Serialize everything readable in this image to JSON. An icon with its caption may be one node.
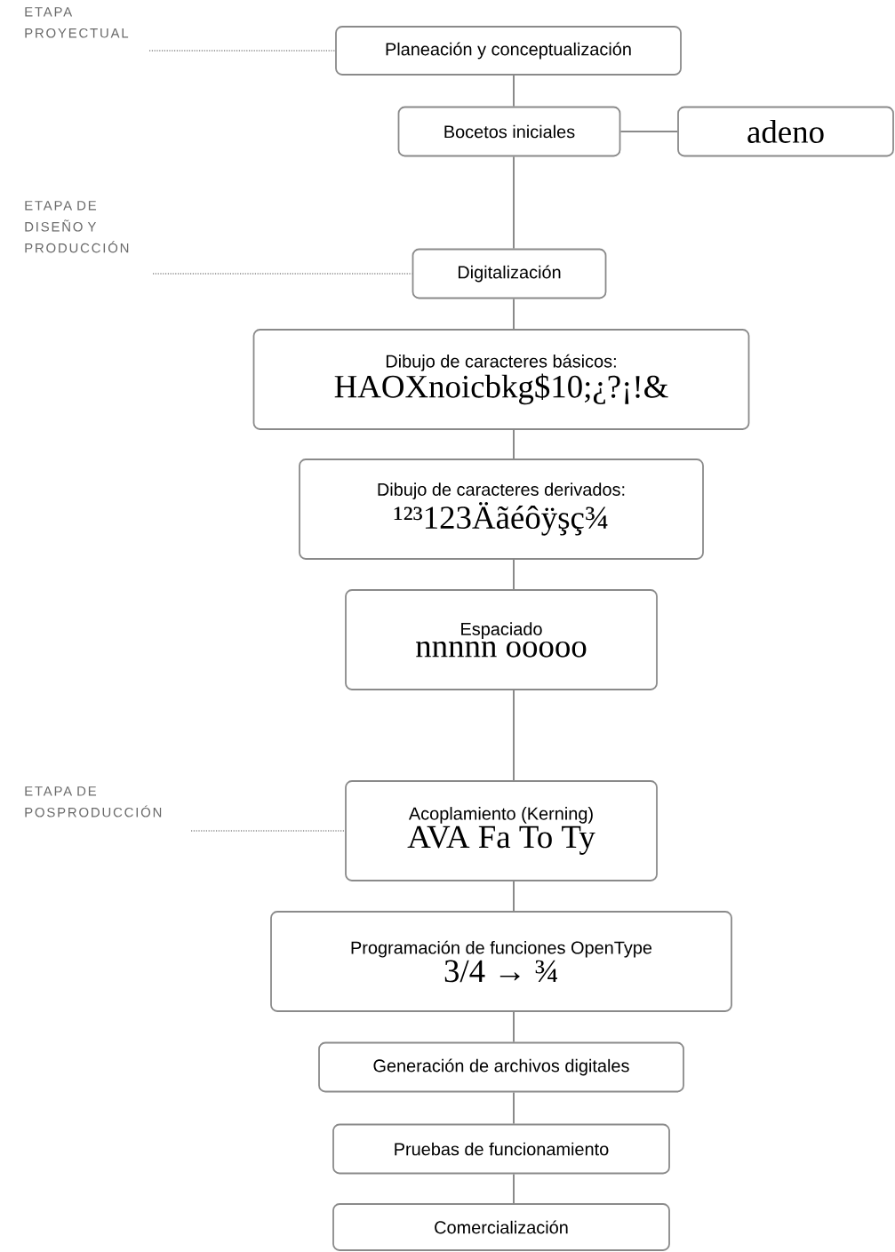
{
  "diagram": {
    "nodes": [
      {
        "text": [
          "ETAPA PROYECTUAL"
        ]
      },
      {
        "text": [
          "Planeación y conceptualización"
        ]
      },
      {
        "text": [
          "Bocetos iniciales"
        ]
      },
      {
        "text": [
          "adeno"
        ]
      },
      {
        "text": [
          "ETAPA DE DISEÑO Y PRODUCCIÓN"
        ]
      },
      {
        "text": [
          "Digitalización"
        ]
      },
      {
        "text": [
          "Dibujo de caracteres básicos:",
          "HAOXnoicbkg$10;¿?¡!&"
        ]
      },
      {
        "text": [
          "Dibujo de caracteres derivados:",
          "¹²³123Äãéôÿşç¾"
        ]
      },
      {
        "text": [
          "Espaciado",
          "nnnnn ooooo"
        ]
      },
      {
        "text": [
          "ETAPA DE POSPRODUCCIÓN"
        ]
      },
      {
        "text": [
          "Acoplamiento (Kerning)",
          "AVA Fa To Ty"
        ]
      },
      {
        "text": [
          "Programación de funciones OpenType",
          "3/4 → ¾"
        ]
      },
      {
        "text": [
          "Generación de archivos digitales"
        ]
      },
      {
        "text": [
          "Pruebas de funcionamiento"
        ]
      },
      {
        "text": [
          "Comercialización"
        ]
      }
    ],
    "edges": [
      {
        "from": 0,
        "to": 1,
        "arrow": "none",
        "style": "dashed"
      },
      {
        "from": 1,
        "to": 2,
        "arrow": "none"
      },
      {
        "from": 2,
        "to": 3,
        "arrow": "none"
      },
      {
        "from": 2,
        "to": 5,
        "arrow": "none"
      },
      {
        "from": 4,
        "to": 5,
        "arrow": "none",
        "style": "dashed"
      },
      {
        "from": 5,
        "to": 6,
        "arrow": "none"
      },
      {
        "from": 6,
        "to": 7,
        "arrow": "none"
      },
      {
        "from": 7,
        "to": 8,
        "arrow": "none"
      },
      {
        "from": 8,
        "to": 10,
        "arrow": "none"
      },
      {
        "from": 9,
        "to": 10,
        "arrow": "none",
        "style": "dashed"
      },
      {
        "from": 10,
        "to": 11,
        "arrow": "none"
      },
      {
        "from": 11,
        "to": 12,
        "arrow": "none"
      },
      {
        "from": 12,
        "to": 13,
        "arrow": "none"
      },
      {
        "from": 13,
        "to": 14,
        "arrow": "none"
      }
    ]
  }
}
